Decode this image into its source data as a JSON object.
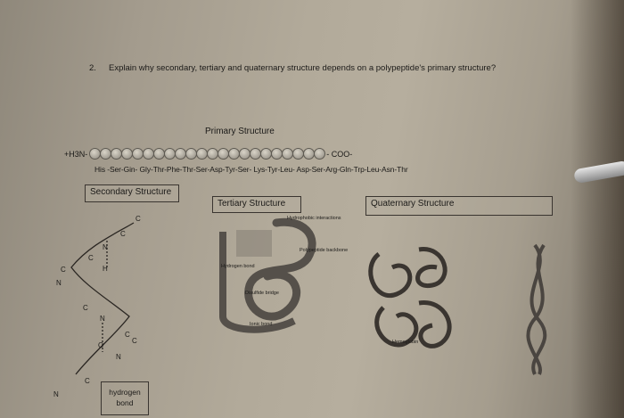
{
  "question": {
    "number": "2.",
    "text": "Explain why secondary, tertiary and quaternary structure depends on a polypeptide's primary structure?"
  },
  "primary": {
    "title": "Primary Structure",
    "n_terminus": "+H3N-",
    "c_terminus": "- COO-",
    "sequence": "His -Ser-Gin- Gly-Thr-Phe-Thr-Ser-Asp-Tyr-Ser- Lys-Tyr-Leu- Asp-Ser-Arg-Gln-Trp-Leu-Asn-Thr"
  },
  "secondary": {
    "title": "Secondary Structure",
    "hydrogen_bond_label": "hydrogen bond"
  },
  "tertiary": {
    "title": "Tertiary Structure",
    "hydrophobic": "Hydrophobic interactions",
    "backbone": "Polypeptide backbone",
    "hbond": "Hydrogen bond",
    "disulfide": "Disulfide bridge",
    "ionic": "Ionic bond"
  },
  "quaternary": {
    "title": "Quaternary Structure",
    "hemoglobin": "Hemoglobin"
  },
  "colors": {
    "paper": "#b2aa9a",
    "ink": "#1b1a18",
    "bead": "#a8a396"
  }
}
